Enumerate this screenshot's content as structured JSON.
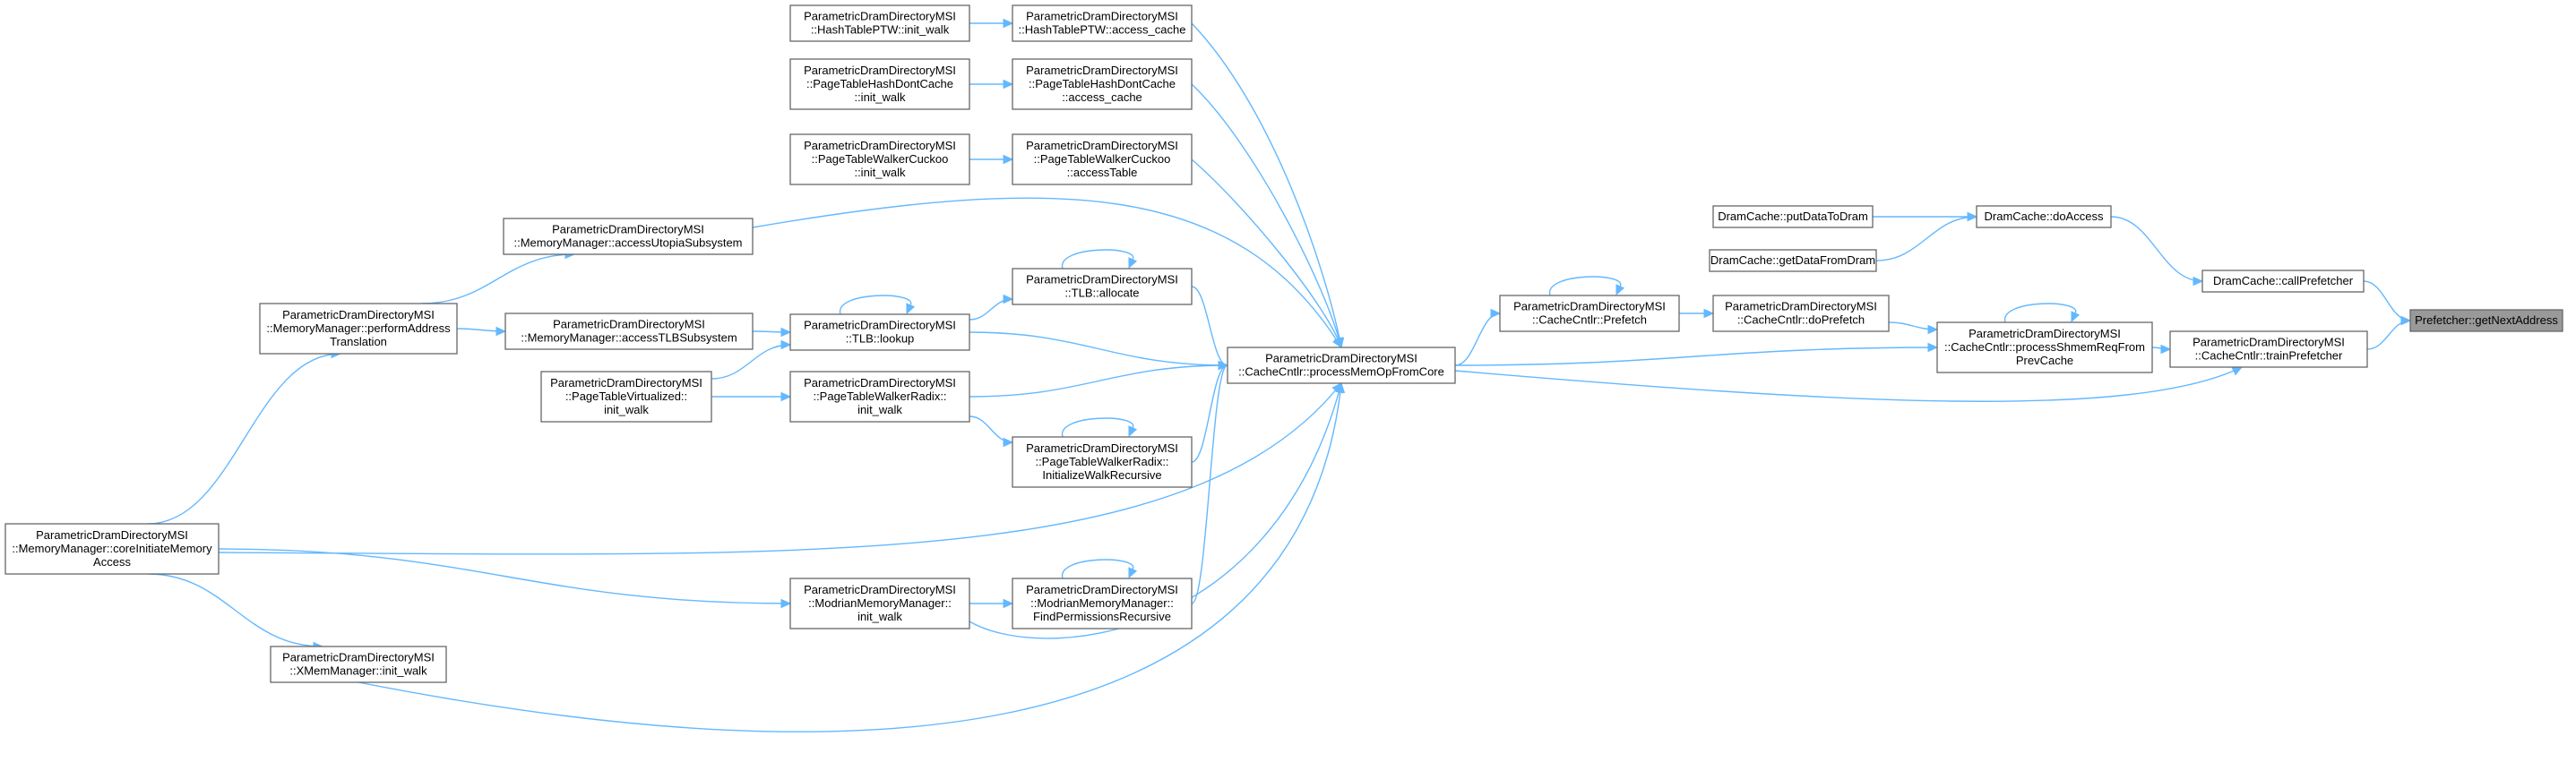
{
  "graph": {
    "title": "",
    "colors": {
      "edge": "#63b8ff",
      "node_border": "#666666",
      "root_fill": "#999999",
      "node_fill": "#ffffff"
    },
    "nodes": [
      {
        "id": "getNextAddress",
        "lines": [
          "Prefetcher::getNextAddress"
        ]
      },
      {
        "id": "callPrefetcher",
        "lines": [
          "DramCache::callPrefetcher"
        ]
      },
      {
        "id": "trainPrefetcher",
        "lines": [
          "ParametricDramDirectoryMSI",
          "::CacheCntlr::trainPrefetcher"
        ]
      },
      {
        "id": "doAccess",
        "lines": [
          "DramCache::doAccess"
        ]
      },
      {
        "id": "putDataToDram",
        "lines": [
          "DramCache::putDataToDram"
        ]
      },
      {
        "id": "getDataFromDram",
        "lines": [
          "DramCache::getDataFromDram"
        ]
      },
      {
        "id": "processShmem",
        "lines": [
          "ParametricDramDirectoryMSI",
          "::CacheCntlr::processShmemReqFrom",
          "PrevCache"
        ]
      },
      {
        "id": "processMemOp",
        "lines": [
          "ParametricDramDirectoryMSI",
          "::CacheCntlr::processMemOpFromCore"
        ]
      },
      {
        "id": "doPrefetch",
        "lines": [
          "ParametricDramDirectoryMSI",
          "::CacheCntlr::doPrefetch"
        ]
      },
      {
        "id": "prefetch",
        "lines": [
          "ParametricDramDirectoryMSI",
          "::CacheCntlr::Prefetch"
        ]
      },
      {
        "id": "htAccessCache",
        "lines": [
          "ParametricDramDirectoryMSI",
          "::HashTablePTW::access_cache"
        ]
      },
      {
        "id": "phdcAccessCache",
        "lines": [
          "ParametricDramDirectoryMSI",
          "::PageTableHashDontCache",
          "::access_cache"
        ]
      },
      {
        "id": "cuckooAccessTable",
        "lines": [
          "ParametricDramDirectoryMSI",
          "::PageTableWalkerCuckoo",
          "::accessTable"
        ]
      },
      {
        "id": "tlbAllocate",
        "lines": [
          "ParametricDramDirectoryMSI",
          "::TLB::allocate"
        ]
      },
      {
        "id": "radixInitRec",
        "lines": [
          "ParametricDramDirectoryMSI",
          "::PageTableWalkerRadix::",
          "InitializeWalkRecursive"
        ]
      },
      {
        "id": "modrianFindPerm",
        "lines": [
          "ParametricDramDirectoryMSI",
          "::ModrianMemoryManager::",
          "FindPermissionsRecursive"
        ]
      },
      {
        "id": "htInitWalk",
        "lines": [
          "ParametricDramDirectoryMSI",
          "::HashTablePTW::init_walk"
        ]
      },
      {
        "id": "phdcInitWalk",
        "lines": [
          "ParametricDramDirectoryMSI",
          "::PageTableHashDontCache",
          "::init_walk"
        ]
      },
      {
        "id": "cuckooInitWalk",
        "lines": [
          "ParametricDramDirectoryMSI",
          "::PageTableWalkerCuckoo",
          "::init_walk"
        ]
      },
      {
        "id": "tlbLookup",
        "lines": [
          "ParametricDramDirectoryMSI",
          "::TLB::lookup"
        ]
      },
      {
        "id": "radixInitWalk",
        "lines": [
          "ParametricDramDirectoryMSI",
          "::PageTableWalkerRadix::",
          "init_walk"
        ]
      },
      {
        "id": "modrianInitWalk",
        "lines": [
          "ParametricDramDirectoryMSI",
          "::ModrianMemoryManager::",
          "init_walk"
        ]
      },
      {
        "id": "accessUtopia",
        "lines": [
          "ParametricDramDirectoryMSI",
          "::MemoryManager::accessUtopiaSubsystem"
        ]
      },
      {
        "id": "accessTLBSub",
        "lines": [
          "ParametricDramDirectoryMSI",
          "::MemoryManager::accessTLBSubsystem"
        ]
      },
      {
        "id": "ptVirtInitWalk",
        "lines": [
          "ParametricDramDirectoryMSI",
          "::PageTableVirtualized::",
          "init_walk"
        ]
      },
      {
        "id": "perfAddrTrans",
        "lines": [
          "ParametricDramDirectoryMSI",
          "::MemoryManager::performAddress",
          "Translation"
        ]
      },
      {
        "id": "xmemInitWalk",
        "lines": [
          "ParametricDramDirectoryMSI",
          "::XMemManager::init_walk"
        ]
      },
      {
        "id": "coreInitiate",
        "lines": [
          "ParametricDramDirectoryMSI",
          "::MemoryManager::coreInitiateMemory",
          "Access"
        ]
      }
    ],
    "edges": [
      [
        "callPrefetcher",
        "getNextAddress"
      ],
      [
        "trainPrefetcher",
        "getNextAddress"
      ],
      [
        "doAccess",
        "callPrefetcher"
      ],
      [
        "putDataToDram",
        "doAccess"
      ],
      [
        "getDataFromDram",
        "doAccess"
      ],
      [
        "processShmem",
        "trainPrefetcher"
      ],
      [
        "processMemOp",
        "trainPrefetcher"
      ],
      [
        "processShmem",
        "processShmem"
      ],
      [
        "doPrefetch",
        "processShmem"
      ],
      [
        "processMemOp",
        "processShmem"
      ],
      [
        "prefetch",
        "doPrefetch"
      ],
      [
        "prefetch",
        "prefetch"
      ],
      [
        "processMemOp",
        "prefetch"
      ],
      [
        "htAccessCache",
        "processMemOp"
      ],
      [
        "phdcAccessCache",
        "processMemOp"
      ],
      [
        "cuckooAccessTable",
        "processMemOp"
      ],
      [
        "tlbAllocate",
        "processMemOp"
      ],
      [
        "tlbLookup",
        "processMemOp"
      ],
      [
        "radixInitWalk",
        "processMemOp"
      ],
      [
        "radixInitRec",
        "processMemOp"
      ],
      [
        "modrianFindPerm",
        "processMemOp"
      ],
      [
        "modrianInitWalk",
        "processMemOp"
      ],
      [
        "accessUtopia",
        "processMemOp"
      ],
      [
        "coreInitiate",
        "processMemOp"
      ],
      [
        "xmemInitWalk",
        "processMemOp"
      ],
      [
        "htInitWalk",
        "htAccessCache"
      ],
      [
        "phdcInitWalk",
        "phdcAccessCache"
      ],
      [
        "cuckooInitWalk",
        "cuckooAccessTable"
      ],
      [
        "tlbAllocate",
        "tlbAllocate"
      ],
      [
        "tlbLookup",
        "tlbAllocate"
      ],
      [
        "radixInitRec",
        "radixInitRec"
      ],
      [
        "radixInitWalk",
        "radixInitRec"
      ],
      [
        "modrianFindPerm",
        "modrianFindPerm"
      ],
      [
        "modrianInitWalk",
        "modrianFindPerm"
      ],
      [
        "tlbLookup",
        "tlbLookup"
      ],
      [
        "accessTLBSub",
        "tlbLookup"
      ],
      [
        "ptVirtInitWalk",
        "tlbLookup"
      ],
      [
        "ptVirtInitWalk",
        "radixInitWalk"
      ],
      [
        "coreInitiate",
        "modrianInitWalk"
      ],
      [
        "perfAddrTrans",
        "accessUtopia"
      ],
      [
        "perfAddrTrans",
        "accessTLBSub"
      ],
      [
        "coreInitiate",
        "perfAddrTrans"
      ],
      [
        "coreInitiate",
        "xmemInitWalk"
      ]
    ]
  }
}
